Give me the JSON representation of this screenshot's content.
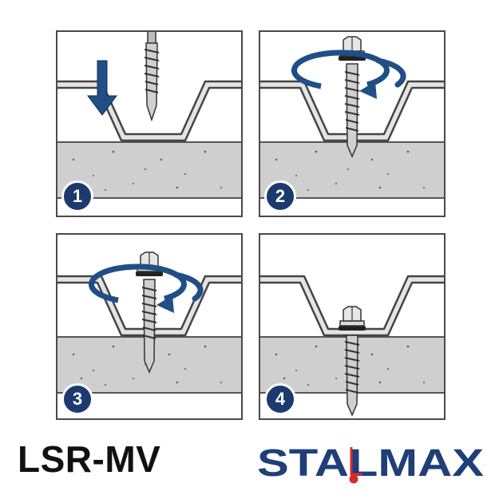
{
  "steps": [
    {
      "number": "1"
    },
    {
      "number": "2"
    },
    {
      "number": "3"
    },
    {
      "number": "4"
    }
  ],
  "product_code": "LSR-MV",
  "brand": {
    "name": "STALMAX",
    "color": "#1e3f78",
    "accent_color": "#d52b2b"
  },
  "colors": {
    "arrow": "#1f4f86",
    "sheet_fill": "#e4e4e4",
    "sheet_stroke": "#444444",
    "concrete_fill": "#cfcfcf",
    "badge": "#1c3a6e"
  },
  "icons": [
    "down-arrow-icon",
    "rotation-arrow-icon",
    "screw-icon",
    "hex-head-icon"
  ]
}
